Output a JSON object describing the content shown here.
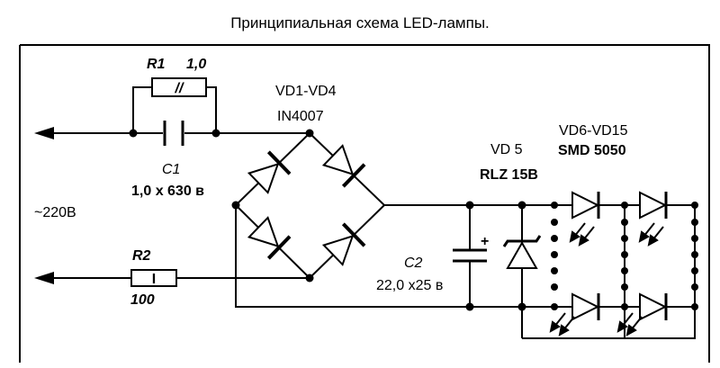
{
  "title": "Принципиальная схема LED-лампы.",
  "supply": {
    "label": "~220В"
  },
  "r1": {
    "name": "R1",
    "value": "1,0",
    "mark": "//"
  },
  "c1": {
    "name": "C1",
    "value": "1,0 х 630 в"
  },
  "r2": {
    "name": "R2",
    "value": "100",
    "mark": "I"
  },
  "bridge": {
    "name": "VD1-VD4",
    "part": "IN4007"
  },
  "c2": {
    "name": "C2",
    "value": "22,0 х25 в",
    "polarity": "+"
  },
  "zener": {
    "name": "VD 5",
    "part": "RLZ 15В"
  },
  "leds": {
    "name": "VD6-VD15",
    "part": "SMD 5050"
  }
}
